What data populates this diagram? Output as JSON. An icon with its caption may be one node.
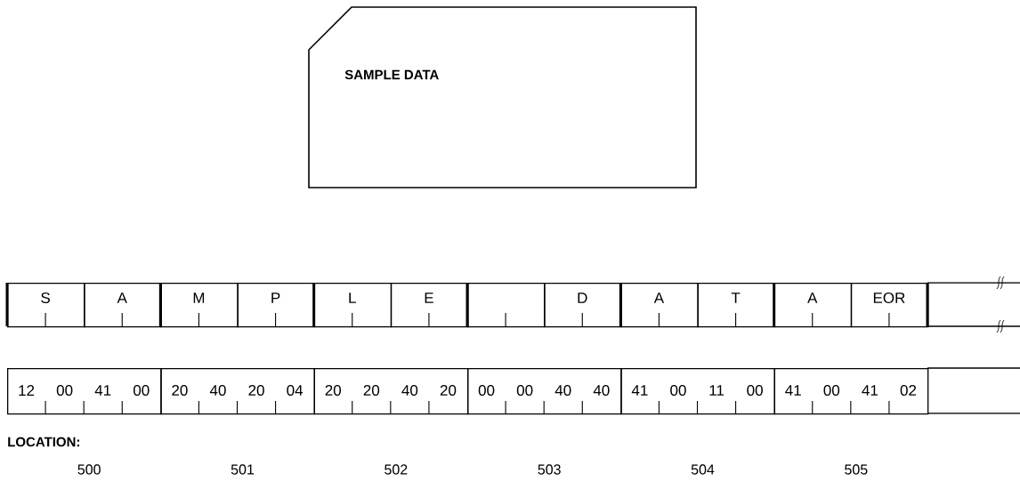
{
  "diagram": {
    "nodes": [
      {
        "text": [
          "SAMPLE DATA"
        ]
      },
      {
        "text": [
          "S"
        ]
      },
      {
        "text": [
          "A"
        ]
      },
      {
        "text": [
          "M"
        ]
      },
      {
        "text": [
          "P"
        ]
      },
      {
        "text": [
          "L"
        ]
      },
      {
        "text": [
          "E"
        ]
      },
      {
        "text": [],
        "shape": "box"
      },
      {
        "text": [
          "D"
        ]
      },
      {
        "text": [
          "A"
        ]
      },
      {
        "text": [
          "T"
        ]
      },
      {
        "text": [
          "A"
        ]
      },
      {
        "text": [
          "EOR"
        ]
      },
      {
        "text": [],
        "shape": "box"
      },
      {
        "text": [
          "12",
          "00",
          "41",
          "00"
        ],
        "beside": [
          "500"
        ]
      },
      {
        "text": [
          "20",
          "40",
          "20",
          "04"
        ],
        "beside": [
          "501"
        ]
      },
      {
        "text": [
          "20",
          "20",
          "40",
          "20"
        ],
        "beside": [
          "502"
        ]
      },
      {
        "text": [
          "00",
          "00",
          "40",
          "40"
        ],
        "beside": [
          "503"
        ]
      },
      {
        "text": [
          "41",
          "00",
          "11",
          "00"
        ],
        "beside": [
          "504"
        ]
      },
      {
        "text": [
          "41",
          "00",
          "41",
          "02"
        ],
        "beside": [
          "505"
        ]
      },
      {
        "text": [],
        "shape": "box"
      }
    ],
    "labels": [
      "LOCATION:"
    ]
  }
}
